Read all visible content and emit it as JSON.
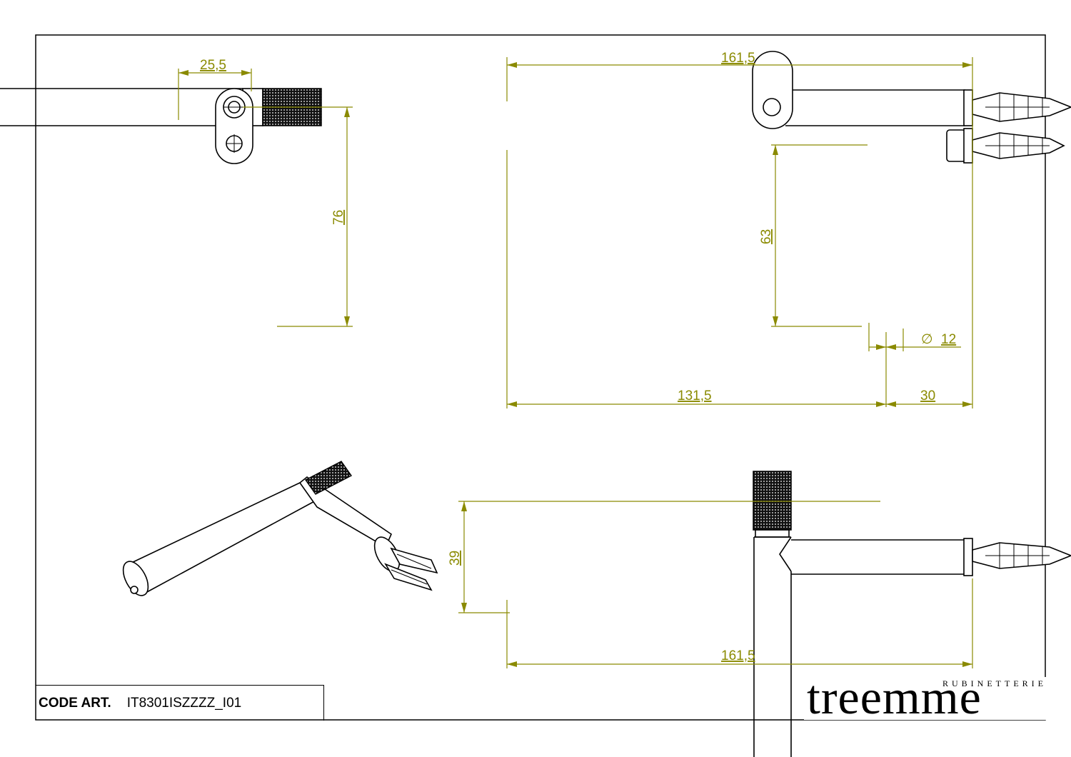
{
  "dimensions": {
    "top_left_width": "25,5",
    "top_left_height": "76",
    "top_right_overall_width": "161,5",
    "top_right_height": "63",
    "diameter_symbol": "∅",
    "diameter_value": "12",
    "bottom_width": "131,5",
    "projection": "30",
    "bottom_right_height": "39",
    "bottom_right_width": "161,5"
  },
  "title_block": {
    "code_label": "CODE ART.",
    "code_value": "IT8301ISZZZZ_I01"
  },
  "brand": {
    "tagline": "RUBINETTERIE",
    "name": "treemme"
  },
  "colors": {
    "dimension": "#8a8a00",
    "outline": "#000000",
    "background": "#ffffff"
  }
}
